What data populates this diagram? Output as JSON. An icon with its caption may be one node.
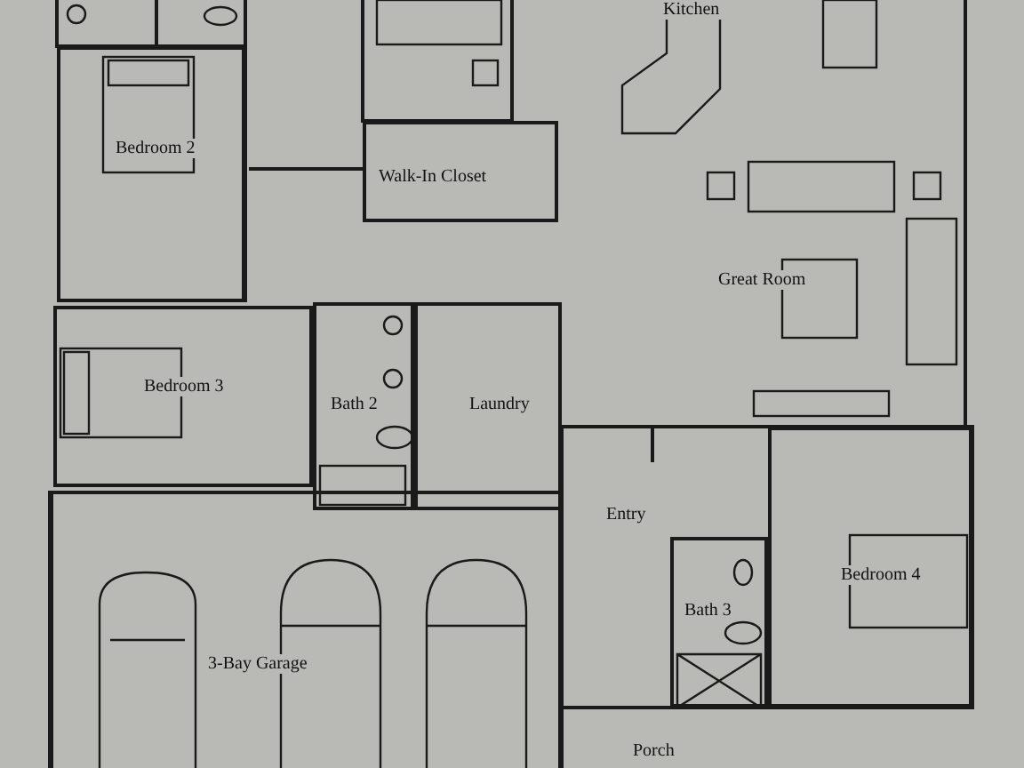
{
  "diagram": {
    "nodes": [
      {
        "text": [
          "Kitchen"
        ]
      },
      {
        "text": [
          "Bedroom 2"
        ]
      },
      {
        "text": [
          "Walk-In Closet"
        ]
      },
      {
        "text": [
          "Great Room"
        ]
      },
      {
        "text": [
          "Bedroom 3"
        ]
      },
      {
        "text": [
          "Bath 2"
        ]
      },
      {
        "text": [
          "Laundry"
        ]
      },
      {
        "text": [
          "Entry"
        ]
      },
      {
        "text": [
          "Bath 3"
        ]
      },
      {
        "text": [
          "Bedroom 4"
        ]
      },
      {
        "text": [
          "3-Bay Garage"
        ]
      },
      {
        "text": [
          "Porch"
        ]
      }
    ]
  }
}
